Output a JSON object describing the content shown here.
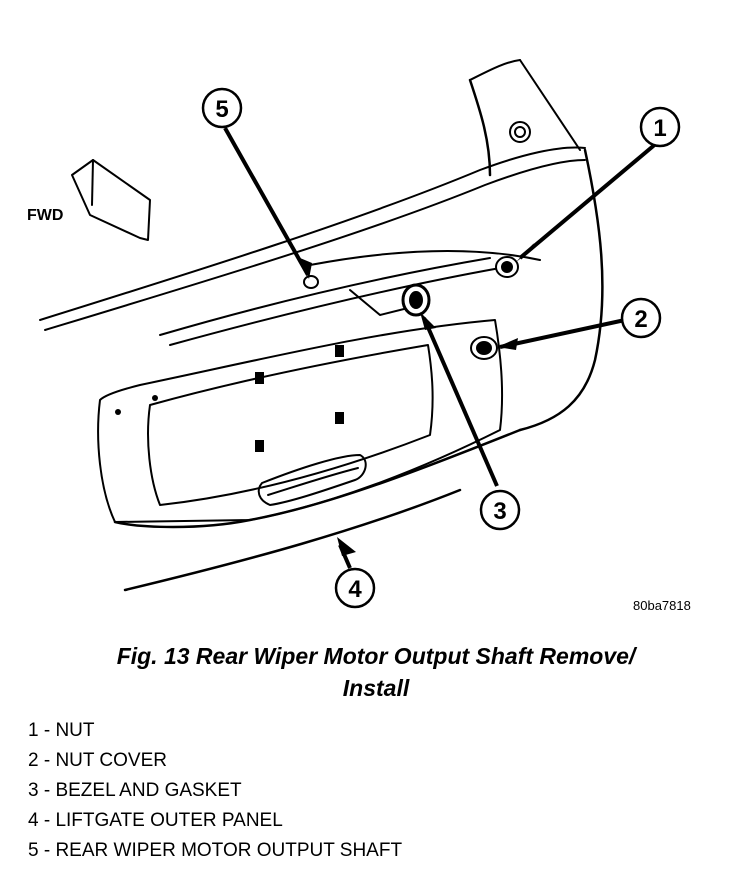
{
  "figure": {
    "fwd_label": "FWD",
    "image_code": "80ba7818",
    "callouts": [
      "1",
      "2",
      "3",
      "4",
      "5"
    ]
  },
  "caption": {
    "line1": "Fig. 13 Rear Wiper Motor Output Shaft Remove/",
    "line2": "Install"
  },
  "legend": [
    "1 - NUT",
    "2 - NUT COVER",
    "3 - BEZEL AND GASKET",
    "4 - LIFTGATE OUTER PANEL",
    "5 - REAR WIPER MOTOR OUTPUT SHAFT"
  ]
}
